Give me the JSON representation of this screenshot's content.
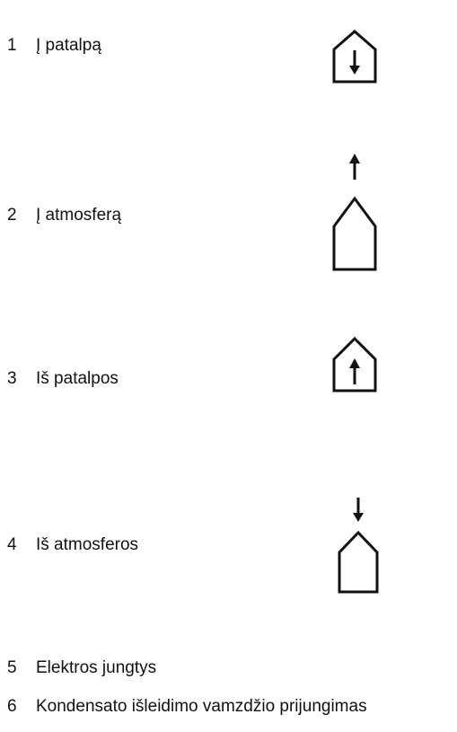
{
  "legend": {
    "items": [
      {
        "number": "1",
        "text": "Į patalpą",
        "icon": "house-arrow-down-inside-icon"
      },
      {
        "number": "2",
        "text": "Į atmosferą",
        "icon": "house-arrow-up-outside-icon"
      },
      {
        "number": "3",
        "text": "Iš patalpos",
        "icon": "house-arrow-up-inside-icon"
      },
      {
        "number": "4",
        "text": "Iš atmosferos",
        "icon": "house-arrow-down-outside-icon"
      },
      {
        "number": "5",
        "text": "Elektros jungtys"
      },
      {
        "number": "6",
        "text": "Kondensato išleidimo vamzdžio prijungimas"
      }
    ]
  },
  "colors": {
    "stroke": "#111111",
    "background": "#ffffff"
  }
}
